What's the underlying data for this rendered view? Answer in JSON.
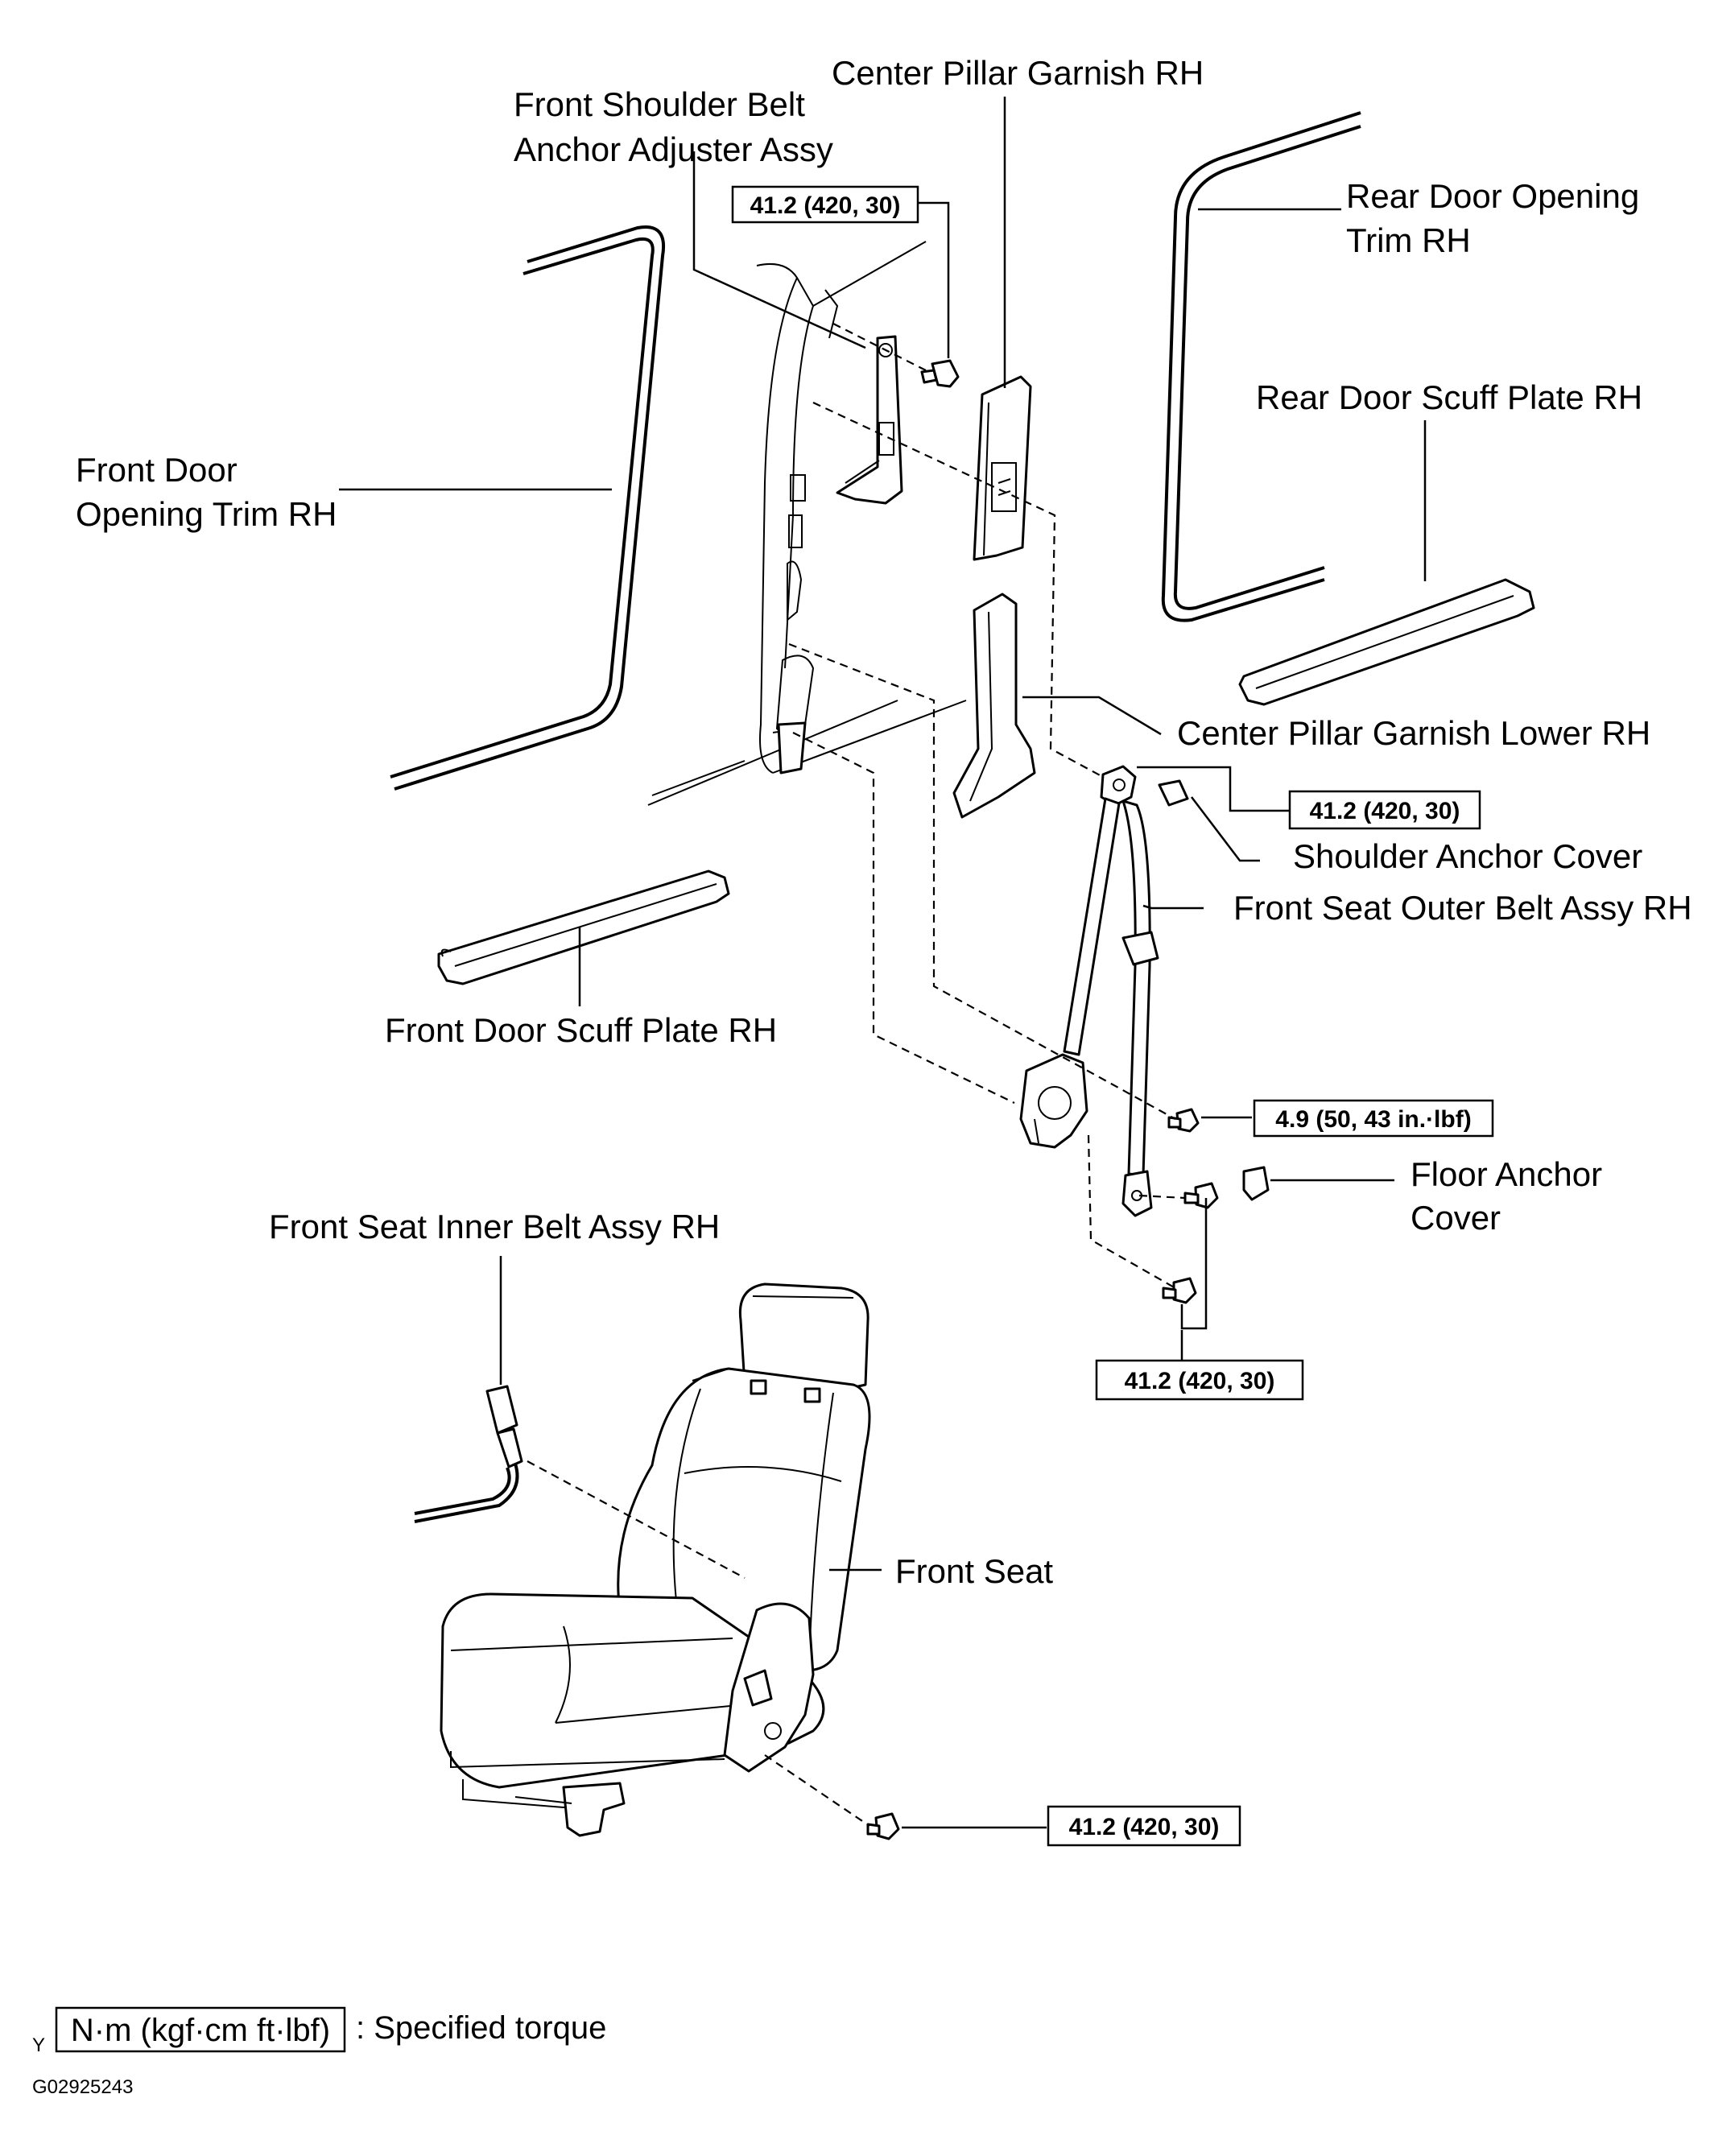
{
  "labels": {
    "center_pillar_garnish": "Center Pillar Garnish RH",
    "shoulder_adjuster_line1": "Front Shoulder Belt",
    "shoulder_adjuster_line2": "Anchor Adjuster Assy",
    "rear_door_trim_line1": "Rear Door Opening",
    "rear_door_trim_line2": "Trim RH",
    "rear_scuff": "Rear Door Scuff Plate RH",
    "front_door_trim_line1": "Front Door",
    "front_door_trim_line2": "Opening Trim RH",
    "pillar_lower": "Center Pillar Garnish Lower RH",
    "shoulder_cover": "Shoulder Anchor Cover",
    "outer_belt": "Front Seat Outer Belt Assy RH",
    "front_scuff": "Front Door Scuff Plate RH",
    "floor_cover_line1": "Floor Anchor",
    "floor_cover_line2": "Cover",
    "inner_belt": "Front Seat Inner Belt Assy RH",
    "front_seat": "Front Seat"
  },
  "torques": {
    "adjuster_bolt": "41.2 (420, 30)",
    "shoulder_anchor_bolt": "41.2 (420, 30)",
    "retractor_bolt": "4.9 (50, 43 in.·lbf)",
    "floor_anchor_bolts": "41.2 (420, 30)",
    "seat_bolt": "41.2 (420, 30)"
  },
  "legend": {
    "marker": "Y",
    "unit": "N·m (kgf·cm ft·lbf)",
    "text": ": Specified torque"
  },
  "figure_code": "G02925243"
}
